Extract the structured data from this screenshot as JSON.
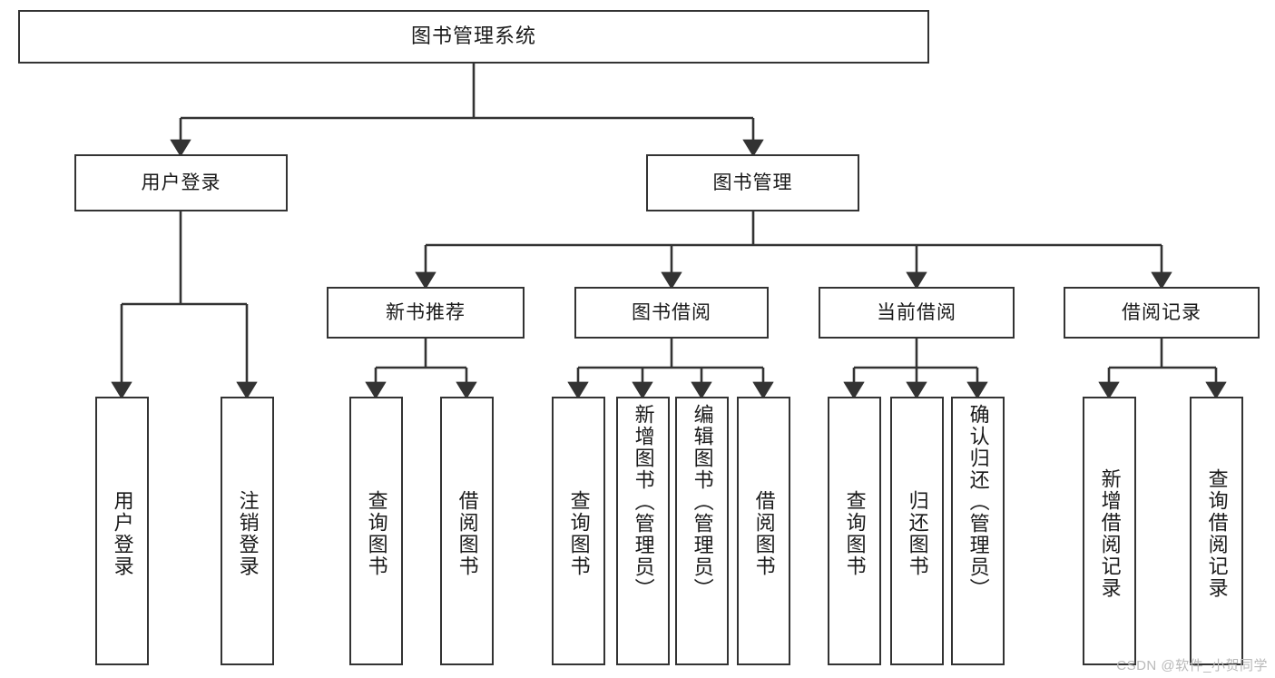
{
  "diagram": {
    "type": "tree-hierarchy-chart",
    "title": "图书管理系统",
    "background_color": "#ffffff",
    "box_border_color": "#333333",
    "text_color": "#1a1a1a",
    "root": {
      "id": "root",
      "label": "图书管理系统",
      "orientation": "horizontal"
    },
    "level2": [
      {
        "id": "user-login",
        "label": "用户登录",
        "orientation": "horizontal"
      },
      {
        "id": "book-manage",
        "label": "图书管理",
        "orientation": "horizontal"
      }
    ],
    "level3": [
      {
        "id": "new-book-recommend",
        "label": "新书推荐",
        "orientation": "horizontal",
        "parent": "book-manage"
      },
      {
        "id": "book-borrow",
        "label": "图书借阅",
        "orientation": "horizontal",
        "parent": "book-manage"
      },
      {
        "id": "current-borrow",
        "label": "当前借阅",
        "orientation": "horizontal",
        "parent": "book-manage"
      },
      {
        "id": "borrow-record",
        "label": "借阅记录",
        "orientation": "horizontal",
        "parent": "book-manage"
      }
    ],
    "leaves": {
      "user_login": [
        {
          "id": "leaf-user-login",
          "label": "用户登录"
        },
        {
          "id": "leaf-user-logout",
          "label": "注销登录"
        }
      ],
      "new_book_recommend": [
        {
          "id": "leaf-query-book-1",
          "label": "查询图书"
        },
        {
          "id": "leaf-borrow-book-1",
          "label": "借阅图书"
        }
      ],
      "book_borrow": [
        {
          "id": "leaf-query-book-2",
          "label": "查询图书"
        },
        {
          "id": "leaf-add-book",
          "label": "新增图书（管理员）"
        },
        {
          "id": "leaf-edit-book",
          "label": "编辑图书（管理员）"
        },
        {
          "id": "leaf-borrow-book-2",
          "label": "借阅图书"
        }
      ],
      "current_borrow": [
        {
          "id": "leaf-query-book-3",
          "label": "查询图书"
        },
        {
          "id": "leaf-return-book",
          "label": "归还图书"
        },
        {
          "id": "leaf-confirm-return",
          "label": "确认归还（管理员）"
        }
      ],
      "borrow_record": [
        {
          "id": "leaf-add-record",
          "label": "新增借阅记录"
        },
        {
          "id": "leaf-query-record",
          "label": "查询借阅记录"
        }
      ]
    }
  },
  "watermark": {
    "text": "CSDN @软件_小贺同学",
    "color": "#b9b9b9"
  }
}
